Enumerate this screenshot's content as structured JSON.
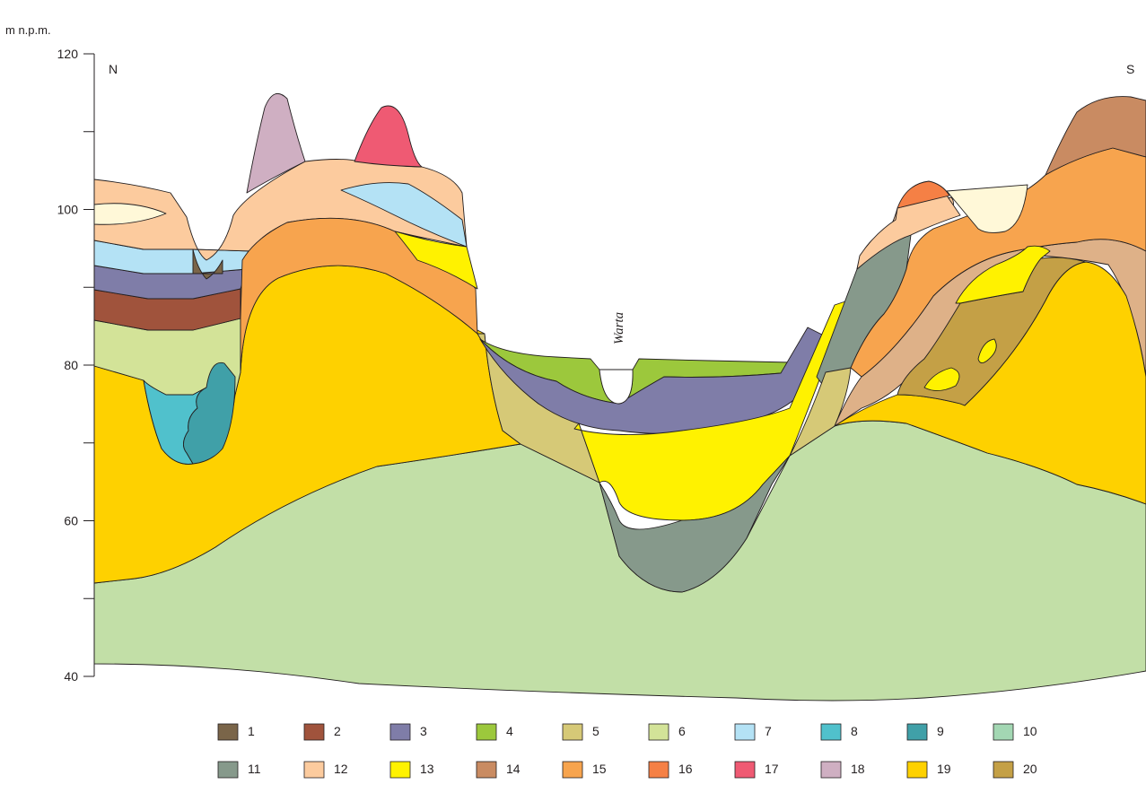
{
  "figure": {
    "axis_unit": "m n.p.m.",
    "direction_left": "N",
    "direction_right": "S",
    "river_label": "Warta"
  },
  "y_axis": {
    "ticks": [
      {
        "value": 120,
        "label": "120"
      },
      {
        "value": 110,
        "label": ""
      },
      {
        "value": 100,
        "label": "100"
      },
      {
        "value": 90,
        "label": ""
      },
      {
        "value": 80,
        "label": "80"
      },
      {
        "value": 70,
        "label": ""
      },
      {
        "value": 60,
        "label": "60"
      },
      {
        "value": 50,
        "label": ""
      },
      {
        "value": 40,
        "label": "40"
      }
    ]
  },
  "colors": {
    "1": "#7a6549",
    "2": "#a0533c",
    "3": "#7f7da8",
    "4": "#9cc83c",
    "5": "#d6c977",
    "6": "#d3e398",
    "7": "#b4e2f5",
    "8": "#50c1cc",
    "9": "#40a0a8",
    "10": "#c2dfa7",
    "11": "#86998b",
    "12": "#fccb9e",
    "13": "#fff200",
    "14": "#c98b62",
    "15": "#f7a44e",
    "16": "#f58045",
    "17": "#ef5a73",
    "18": "#cfafc2",
    "19": "#fed100",
    "20": "#c4a046",
    "river": "#ffffff",
    "lens": "#fff8d8",
    "sediment_light": "#deb188"
  },
  "legend": {
    "items": [
      {
        "label": "1",
        "color": "#7a6549"
      },
      {
        "label": "2",
        "color": "#a0533c"
      },
      {
        "label": "3",
        "color": "#7f7da8"
      },
      {
        "label": "4",
        "color": "#9cc83c"
      },
      {
        "label": "5",
        "color": "#d6c977"
      },
      {
        "label": "6",
        "color": "#d3e398"
      },
      {
        "label": "7",
        "color": "#b4e2f5"
      },
      {
        "label": "8",
        "color": "#50c1cc"
      },
      {
        "label": "9",
        "color": "#40a0a8"
      },
      {
        "label": "10",
        "color": "#a3d7b3"
      },
      {
        "label": "11",
        "color": "#86998b"
      },
      {
        "label": "12",
        "color": "#fccb9e"
      },
      {
        "label": "13",
        "color": "#fff200"
      },
      {
        "label": "14",
        "color": "#c98b62"
      },
      {
        "label": "15",
        "color": "#f7a44e"
      },
      {
        "label": "16",
        "color": "#f58045"
      },
      {
        "label": "17",
        "color": "#ef5a73"
      },
      {
        "label": "18",
        "color": "#cfafc2"
      },
      {
        "label": "19",
        "color": "#fed100"
      },
      {
        "label": "20",
        "color": "#c4a046"
      }
    ]
  }
}
